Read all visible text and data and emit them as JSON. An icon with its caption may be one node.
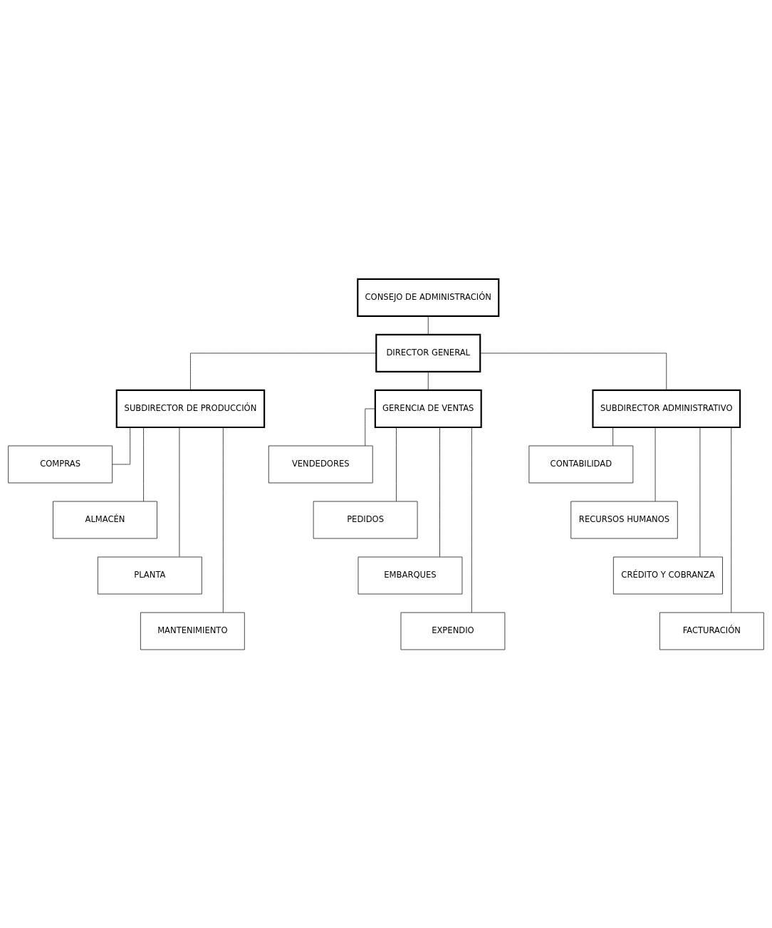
{
  "diagram": {
    "nodes": [
      {
        "text": [
          "CONSEJO DE ADMINISTRACIÓN"
        ]
      },
      {
        "text": [
          "DIRECTOR GENERAL"
        ]
      },
      {
        "text": [
          "SUBDIRECTOR DE PRODUCCIÓN"
        ]
      },
      {
        "text": [
          "GERENCIA DE VENTAS"
        ]
      },
      {
        "text": [
          "SUBDIRECTOR ADMINISTRATIVO"
        ]
      },
      {
        "text": [
          "COMPRAS"
        ]
      },
      {
        "text": [
          "ALMACÉN"
        ]
      },
      {
        "text": [
          "PLANTA"
        ]
      },
      {
        "text": [
          "MANTENIMIENTO"
        ]
      },
      {
        "text": [
          "VENDEDORES"
        ]
      },
      {
        "text": [
          "PEDIDOS"
        ]
      },
      {
        "text": [
          "EMBARQUES"
        ]
      },
      {
        "text": [
          "EXPENDIO"
        ]
      },
      {
        "text": [
          "CONTABILIDAD"
        ]
      },
      {
        "text": [
          "RECURSOS HUMANOS"
        ]
      },
      {
        "text": [
          "CRÉDITO Y COBRANZA"
        ]
      },
      {
        "text": [
          "FACTURACIÓN"
        ]
      }
    ],
    "edges": [
      {
        "from": 0,
        "to": 1,
        "arrow": "none"
      },
      {
        "from": 1,
        "to": 2,
        "arrow": "none"
      },
      {
        "from": 1,
        "to": 3,
        "arrow": "none"
      },
      {
        "from": 1,
        "to": 4,
        "arrow": "none"
      },
      {
        "from": 2,
        "to": 5,
        "arrow": "none"
      },
      {
        "from": 2,
        "to": 6,
        "arrow": "none"
      },
      {
        "from": 2,
        "to": 7,
        "arrow": "none"
      },
      {
        "from": 2,
        "to": 8,
        "arrow": "none"
      },
      {
        "from": 3,
        "to": 9,
        "arrow": "none"
      },
      {
        "from": 3,
        "to": 10,
        "arrow": "none"
      },
      {
        "from": 3,
        "to": 11,
        "arrow": "none"
      },
      {
        "from": 3,
        "to": 12,
        "arrow": "none"
      },
      {
        "from": 4,
        "to": 13,
        "arrow": "none"
      },
      {
        "from": 4,
        "to": 14,
        "arrow": "none"
      },
      {
        "from": 4,
        "to": 15,
        "arrow": "none"
      },
      {
        "from": 4,
        "to": 16,
        "arrow": "none"
      }
    ]
  }
}
